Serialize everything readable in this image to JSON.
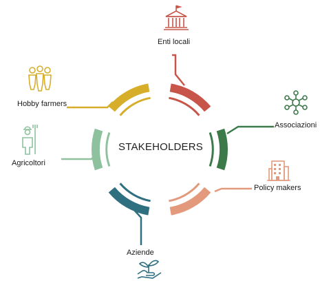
{
  "center_title": "STAKEHOLDERS",
  "stakeholders": [
    {
      "label": "Enti locali",
      "icon": "government-building-icon",
      "color": "#c8554a"
    },
    {
      "label": "Associazioni",
      "icon": "network-hub-icon",
      "color": "#3c7a4a"
    },
    {
      "label": "Policy makers",
      "icon": "office-building-icon",
      "color": "#e39a7c"
    },
    {
      "label": "Aziende",
      "icon": "hand-plant-icon",
      "color": "#2e6f80"
    },
    {
      "label": "Agricoltori",
      "icon": "farmer-icon",
      "color": "#8ec29e"
    },
    {
      "label": "Hobby farmers",
      "icon": "people-group-icon",
      "color": "#d6ae2a"
    }
  ]
}
